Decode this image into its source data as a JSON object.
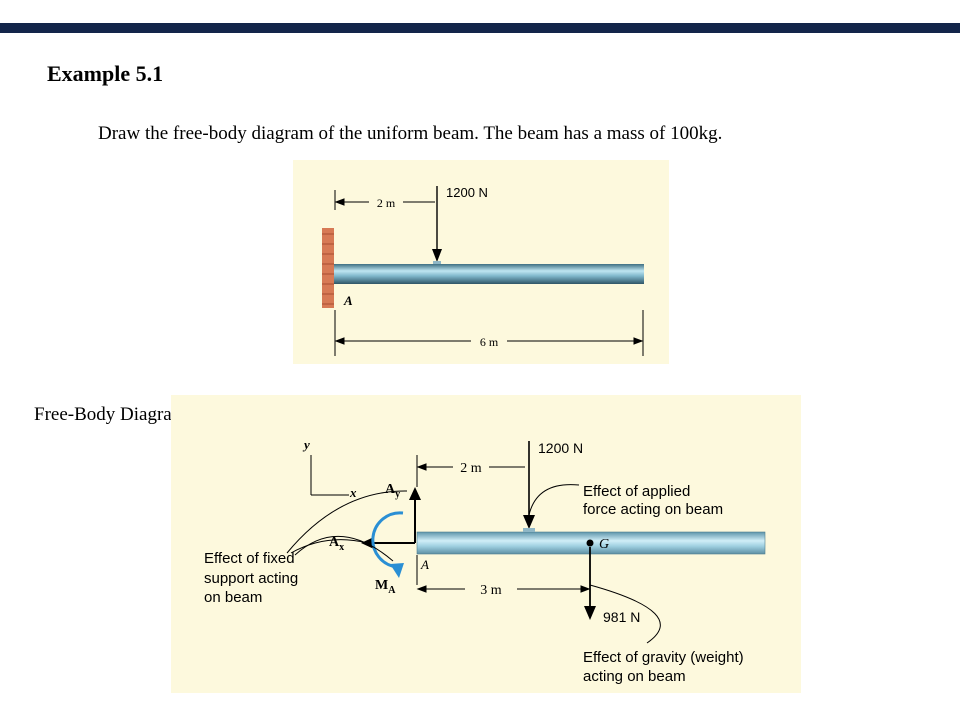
{
  "header": {
    "title": "Example 5.1"
  },
  "problem": {
    "statement": "Draw the free-body diagram of the uniform beam. The beam has a mass of 100kg."
  },
  "figure_given": {
    "dim_top": "2 m",
    "force": "1200 N",
    "support_label": "A",
    "dim_bottom": "6 m"
  },
  "fbd": {
    "label": "Free-Body Diagram",
    "axis_y": "y",
    "axis_x": "x",
    "ay_label": "A",
    "ay_sub": "y",
    "ax_label": "A",
    "ax_sub": "x",
    "ma_label": "M",
    "ma_sub": "A",
    "point_a": "A",
    "dim_top": "2 m",
    "dim_bottom": "3 m",
    "force": "1200 N",
    "weight": "981 N",
    "centroid": "G",
    "applied_note_1": "Effect of applied",
    "applied_note_2": "force acting on beam",
    "support_note_1": "Effect of fixed",
    "support_note_2": "support acting",
    "support_note_3": "on beam",
    "gravity_note_1": "Effect of gravity (weight)",
    "gravity_note_2": "acting on beam"
  },
  "colors": {
    "top_bar": "#13254a",
    "panel_bg": "#fdf9dd",
    "beam": "#9ecfe0",
    "wall": "#d77a55",
    "moment_arrow": "#2a8fd4"
  }
}
